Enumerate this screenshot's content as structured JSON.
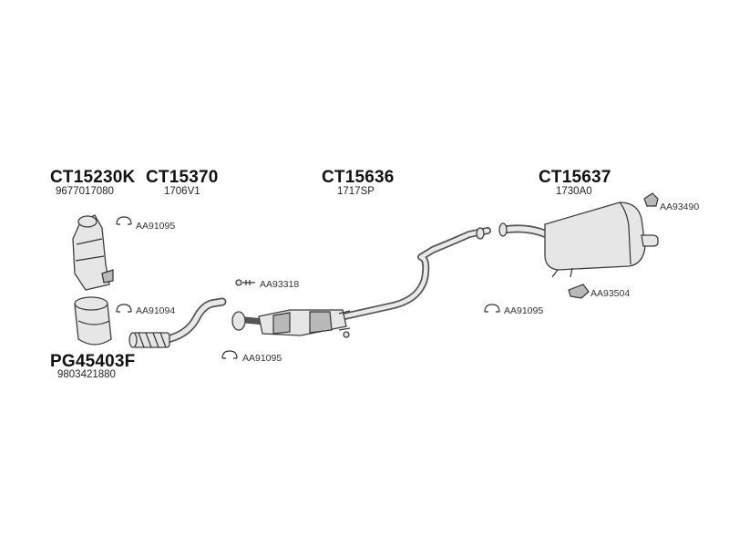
{
  "parts": {
    "catalyst": {
      "number": "CT15230K",
      "code": "9677017080"
    },
    "front_pipe": {
      "number": "CT15370",
      "code": "1706V1"
    },
    "middle_pipe": {
      "number": "CT15636",
      "code": "1717SP"
    },
    "rear_silencer": {
      "number": "CT15637",
      "code": "1730A0"
    },
    "particle_filter": {
      "number": "PG45403F",
      "code": "9803421880"
    }
  },
  "accessories": {
    "clamp_top_left": "AA91095",
    "clamp_mid_left": "AA91094",
    "clamp_lower_center": "AA91095",
    "clamp_right": "AA91095",
    "bolt": "AA93318",
    "rubber_mount_top": "AA93490",
    "rubber_mount_bottom": "AA93504"
  }
}
